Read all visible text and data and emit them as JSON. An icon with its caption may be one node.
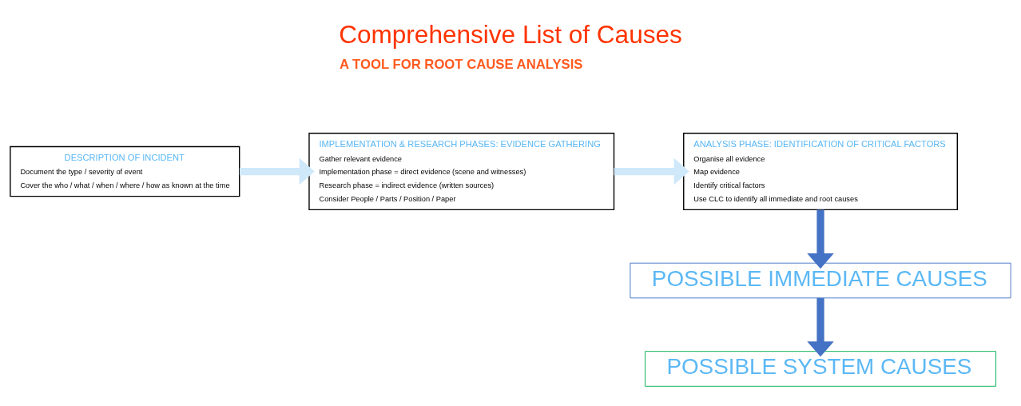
{
  "diagram": {
    "title": "Comprehensive List of Causes",
    "nodes": [
      {
        "text": [
          "DESCRIPTION OF INCIDENT",
          "Document the type / severity of event",
          "Cover the who / what / when / where / how as known at the time"
        ]
      },
      {
        "text": [
          "IMPLEMENTATION & RESEARCH PHASES: EVIDENCE GATHERING",
          "Gather relevant evidence",
          "Implementation phase = direct evidence (scene and witnesses)",
          "Research phase = indirect evidence (written sources)",
          "Consider People / Parts / Position / Paper"
        ]
      },
      {
        "text": [
          "ANALYSIS PHASE: IDENTIFICATION OF CRITICAL FACTORS",
          "Organise all evidence",
          "Map evidence",
          "Identify critical factors",
          "Use CLC to identify all immediate and root causes"
        ]
      },
      {
        "text": [
          "POSSIBLE IMMEDIATE CAUSES"
        ]
      },
      {
        "text": [
          "POSSIBLE SYSTEM CAUSES"
        ]
      }
    ],
    "edges": [
      {
        "from": 0,
        "to": 1,
        "arrow": "to",
        "color": "#cfe8fa"
      },
      {
        "from": 1,
        "to": 2,
        "arrow": "to",
        "color": "#cfe8fa"
      },
      {
        "from": 2,
        "to": 3,
        "arrow": "to",
        "color": "#4472c4"
      },
      {
        "from": 3,
        "to": 4,
        "arrow": "to",
        "color": "#4472c4"
      }
    ],
    "labels": [
      "A TOOL FOR ROOT CAUSE ANALYSIS"
    ]
  }
}
